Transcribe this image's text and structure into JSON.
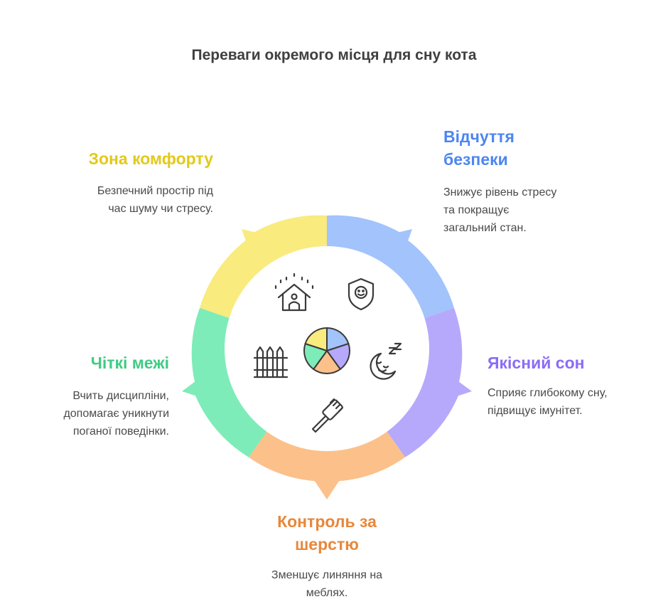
{
  "title": "Переваги окремого місця для сну кота",
  "colors": {
    "yellow": "#F9EB7D",
    "blue": "#A2C3FB",
    "purple": "#B6A9FB",
    "orange": "#FCC08A",
    "green": "#7EECB8",
    "yellow_text": "#E3C919",
    "blue_text": "#4D86F0",
    "purple_text": "#8B6CF5",
    "orange_text": "#E8873A",
    "green_text": "#3FCB84",
    "icon_stroke": "#3a3a3a"
  },
  "items": [
    {
      "id": "comfort",
      "heading": "Зона комфорту",
      "description": [
        "Безпечний простір під",
        "час шуму чи стресу."
      ],
      "icon": "house-rain-icon"
    },
    {
      "id": "safety",
      "heading": [
        "Відчуття",
        "безпеки"
      ],
      "description": [
        "Знижує рівень стресу",
        "та покращує",
        "загальний стан."
      ],
      "icon": "shield-face-icon"
    },
    {
      "id": "sleep",
      "heading": "Якісний сон",
      "description": [
        "Сприяє глибокому сну,",
        "підвищує імунітет."
      ],
      "icon": "moon-sleep-icon"
    },
    {
      "id": "fur",
      "heading": [
        "Контроль за",
        "шерстю"
      ],
      "description": [
        "Зменшує линяння на",
        "меблях."
      ],
      "icon": "brush-icon"
    },
    {
      "id": "boundaries",
      "heading": "Чіткі межі",
      "description": [
        "Вчить дисципліни,",
        "допомагає уникнути",
        "поганої поведінки."
      ],
      "icon": "fence-icon"
    }
  ]
}
